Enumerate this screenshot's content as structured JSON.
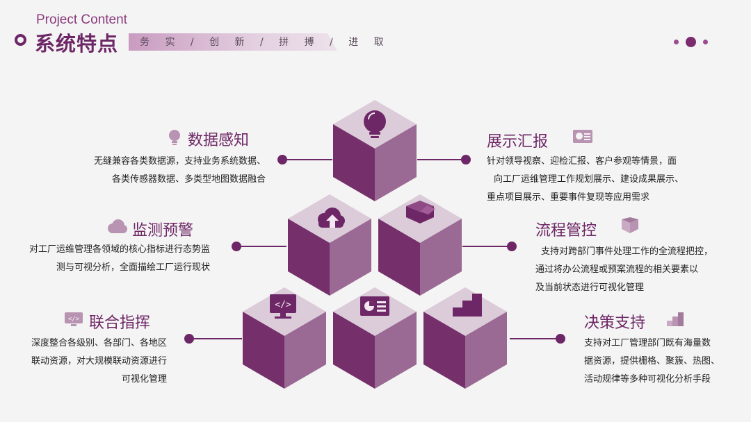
{
  "header": {
    "english_title": "Project Content",
    "title": "系统特点",
    "motto": "务 实 / 创 新 / 拼 搏 / 进 取"
  },
  "colors": {
    "primary": "#6e2766",
    "accent": "#9b4a8e",
    "cube_dark": "#75306b",
    "cube_mid": "#9a6a94",
    "cube_light": "#dccbd9"
  },
  "features": {
    "data_perception": {
      "title": "数据感知",
      "icon": "lightbulb-icon",
      "lines": [
        "无缝兼容各类数据源，支持业务系统数据、",
        "各类传感器数据、多类型地图数据融合"
      ]
    },
    "monitoring_alert": {
      "title": "监测预警",
      "icon": "cloud-icon",
      "lines": [
        "对工厂运维管理各领域的核心指标进行态势监",
        "测与可视分析，全面描绘工厂运行现状"
      ]
    },
    "joint_command": {
      "title": "联合指挥",
      "icon": "code-monitor-icon",
      "lines": [
        "深度整合各级别、各部门、各地区",
        "联动资源，对大规模联动资源进行",
        "可视化管理"
      ]
    },
    "display_report": {
      "title": "展示汇报",
      "icon": "presentation-icon",
      "lines": [
        "针对领导视察、迎检汇报、客户参观等情景，面",
        "向工厂运维管理工作规划展示、建设成果展示、",
        "重点项目展示、重要事件复现等应用需求"
      ]
    },
    "process_control": {
      "title": "流程管控",
      "icon": "box-icon",
      "lines": [
        "支持对跨部门事件处理工作的全流程把控，",
        "通过将办公流程或预案流程的相关要素以",
        "及当前状态进行可视化管理"
      ]
    },
    "decision_support": {
      "title": "决策支持",
      "icon": "stairs-icon",
      "lines": [
        "支持对工厂管理部门既有海量数",
        "据资源，提供栅格、聚簇、热图、",
        "活动规律等多种可视化分析手段"
      ]
    }
  }
}
